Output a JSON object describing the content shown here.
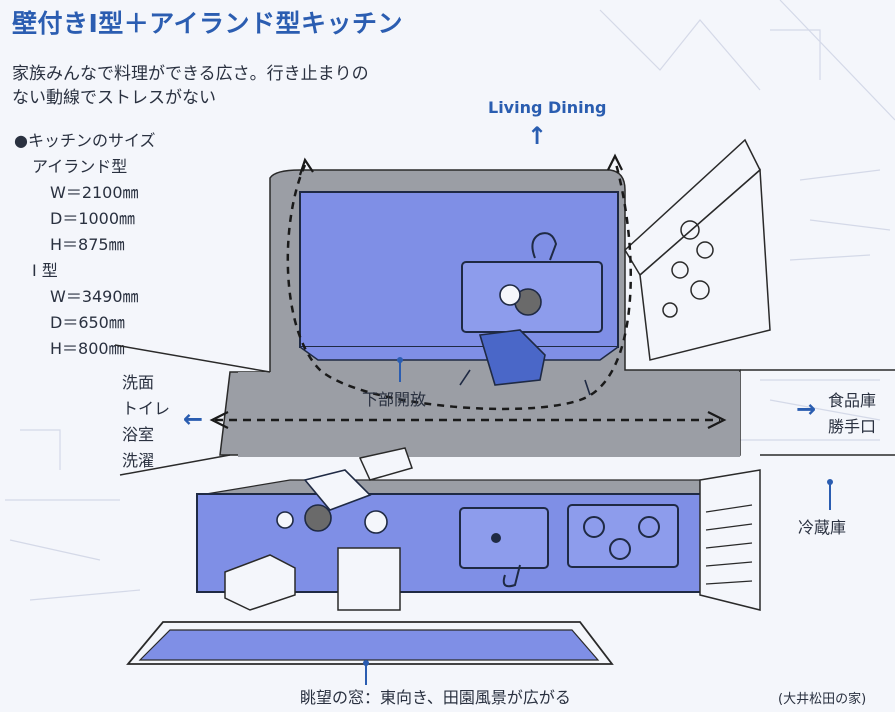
{
  "title": "壁付きI型＋アイランド型キッチン",
  "description": {
    "line1": "家族みんなで料理ができる広さ。行き止まりの",
    "line2": "ない動線でストレスがない"
  },
  "specs": {
    "heading": "●キッチンのサイズ",
    "island": {
      "label": "アイランド型",
      "w": "W＝2100㎜",
      "d": "D＝1000㎜",
      "h": "H＝875㎜"
    },
    "i_type": {
      "label": "I 型",
      "w": "W＝3490㎜",
      "d": "D＝650㎜",
      "h": "H＝800㎜"
    }
  },
  "labels": {
    "living_dining": "Living Dining",
    "under_open": "下部開放",
    "left_rooms": [
      "洗面",
      "トイレ",
      "浴室",
      "洗濯"
    ],
    "right_rooms": [
      "食品庫",
      "勝手口"
    ],
    "fridge": "冷蔵庫",
    "window": "眺望の窓：東向き、田園風景が広がる",
    "credit": "(大井松田の家)"
  },
  "colors": {
    "accent": "#2b5db1",
    "counter_blue": "#7f8fe6",
    "floor_gray": "#9b9ea5"
  }
}
